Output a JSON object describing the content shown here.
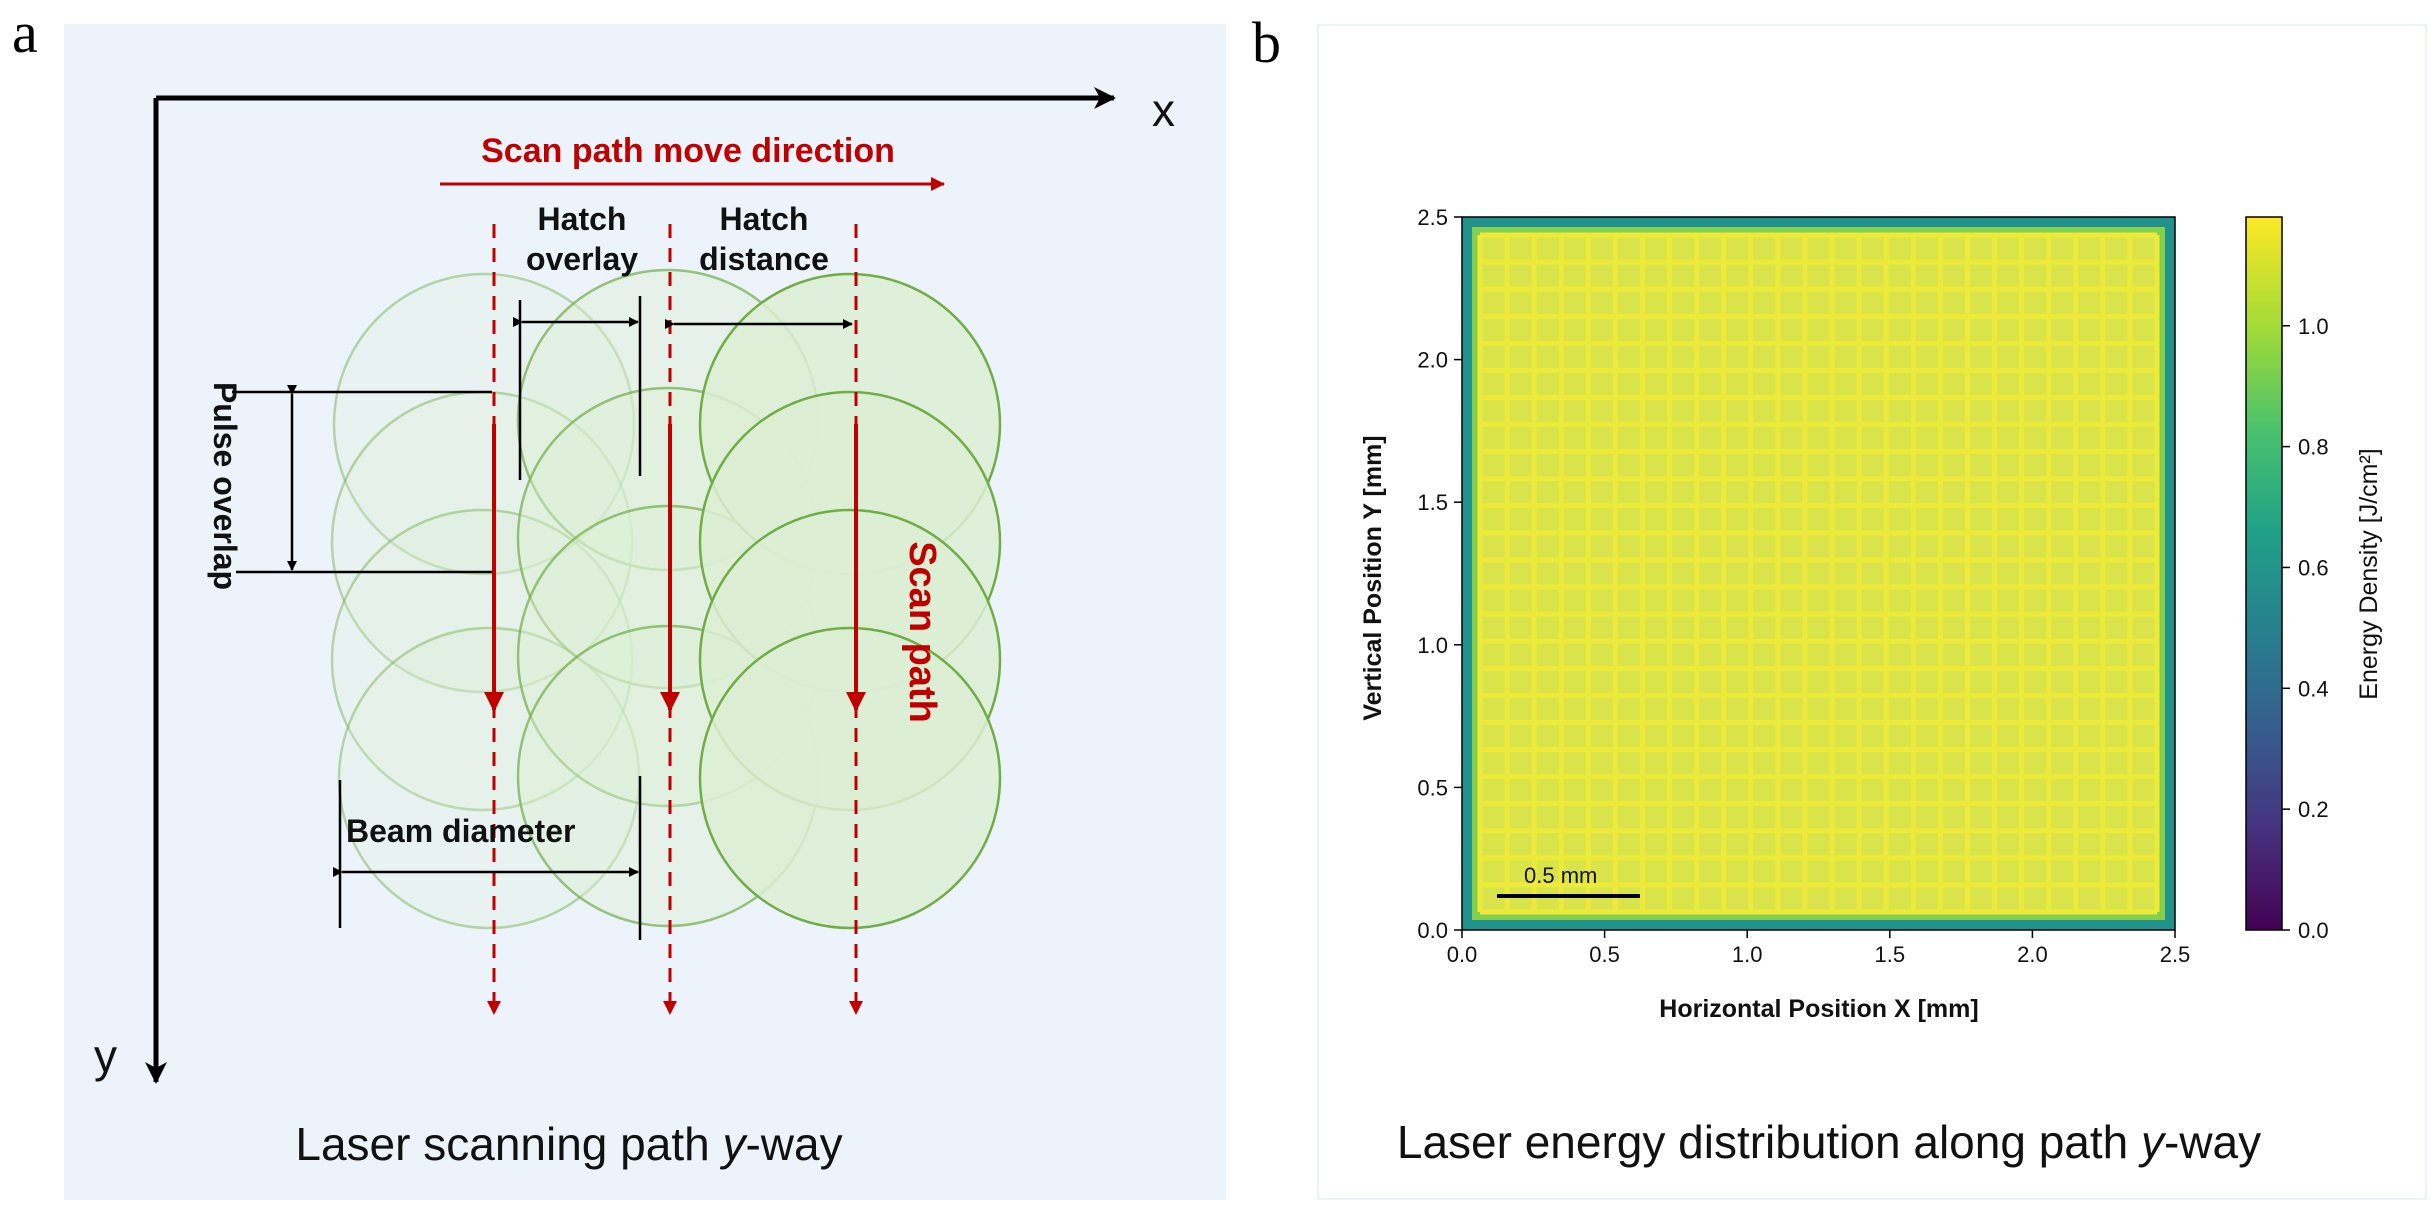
{
  "panel_a": {
    "letter": "a",
    "axis_x_label": "x",
    "axis_y_label": "y",
    "scan_move_label": "Scan path move direction",
    "hatch_overlay_label": [
      "Hatch",
      "overlay"
    ],
    "hatch_distance_label": [
      "Hatch",
      "distance"
    ],
    "pulse_overlap_label": "Pulse overlap",
    "beam_diameter_label": "Beam diameter",
    "scan_path_label": "Scan path",
    "caption": {
      "prefix": "Laser scanning path ",
      "italic": "y",
      "suffix": "-way"
    },
    "colors": {
      "background": "#edf3fb",
      "accent_red": "#c00000",
      "circle_fill": "#dcefd3",
      "circle_stroke": "#70ad47"
    }
  },
  "panel_b": {
    "letter": "b",
    "caption": {
      "prefix": "Laser energy distribution along path ",
      "italic": "y",
      "suffix": "-way"
    },
    "scale_bar_label": "0.5 mm",
    "colors": {
      "field": "#d9e34a",
      "grid_line": "#eeea3a",
      "edge_low": "#21918c"
    }
  },
  "chart_data": {
    "type": "heatmap",
    "title": "",
    "xlabel": "Horizontal Position X [mm]",
    "ylabel": "Vertical Position Y [mm]",
    "xlim": [
      0.0,
      2.5
    ],
    "ylim": [
      0.0,
      2.5
    ],
    "xticks": [
      "0.0",
      "0.5",
      "1.0",
      "1.5",
      "2.0",
      "2.5"
    ],
    "yticks": [
      "0.0",
      "0.5",
      "1.0",
      "1.5",
      "2.0",
      "2.5"
    ],
    "colorbar": {
      "label": "Energy Density [J/cm²]",
      "range": [
        0.0,
        1.18
      ],
      "ticks": [
        "0.0",
        "0.2",
        "0.4",
        "0.6",
        "0.8",
        "1.0"
      ],
      "colormap": "viridis"
    },
    "grid_cells_per_axis": 25,
    "values_description_levels": {
      "interior_min": 1.0,
      "interior_max": 1.18,
      "edge": 0.6
    }
  }
}
